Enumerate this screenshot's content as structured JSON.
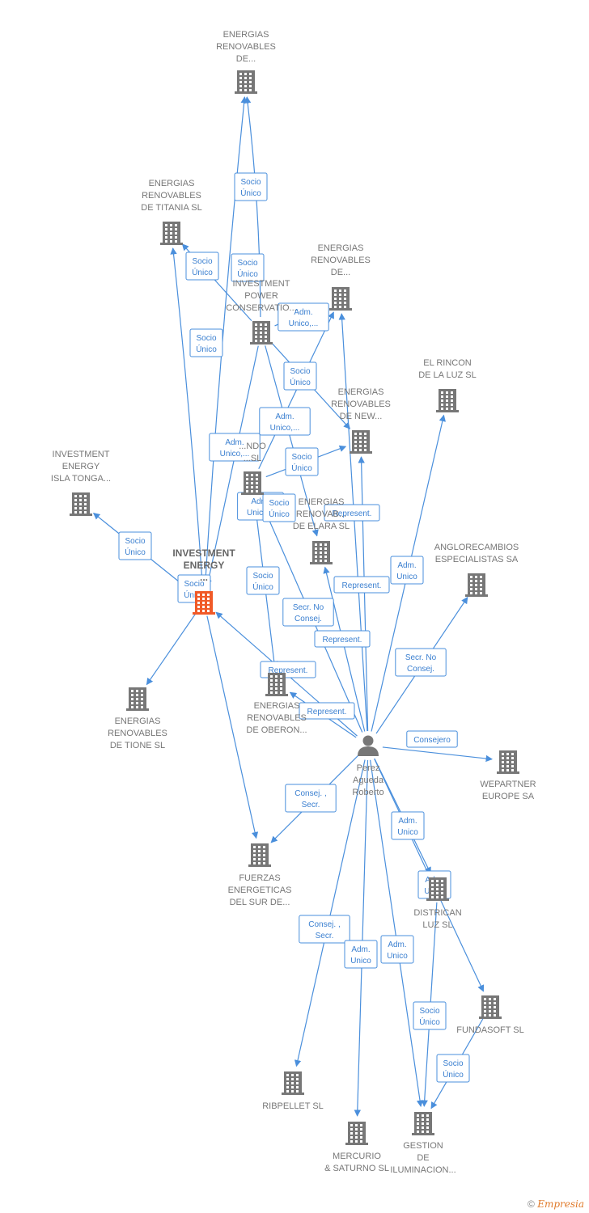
{
  "colors": {
    "edge": "#4a8fdc",
    "company_icon": "#777777",
    "focus_icon": "#f05a28",
    "person_icon": "#777777"
  },
  "nodes": [
    {
      "id": "ren_de_top",
      "label": [
        "ENERGIAS",
        "RENOVABLES",
        "DE..."
      ],
      "icon": "building-icon"
    },
    {
      "id": "titania",
      "label": [
        "ENERGIAS",
        "RENOVABLES",
        "DE TITANIA  SL"
      ],
      "icon": "building-icon"
    },
    {
      "id": "ren_de_mid",
      "label": [
        "ENERGIAS",
        "RENOVABLES",
        "DE..."
      ],
      "icon": "building-icon"
    },
    {
      "id": "invest_power",
      "label": [
        "INVESTMENT",
        "POWER",
        "CONSERVATIO..."
      ],
      "icon": "building-icon"
    },
    {
      "id": "el_rincon",
      "label": [
        "EL RINCON",
        "DE LA LUZ SL"
      ],
      "icon": "building-icon"
    },
    {
      "id": "new",
      "label": [
        "ENERGIAS",
        "RENOVABLES",
        "DE NEW..."
      ],
      "icon": "building-icon"
    },
    {
      "id": "isla_tonga",
      "label": [
        "INVESTMENT",
        "ENERGY",
        "ISLA TONGA..."
      ],
      "icon": "building-icon"
    },
    {
      "id": "fondo",
      "label": [
        "...NDO",
        "...SL"
      ],
      "icon": "building-icon"
    },
    {
      "id": "elara",
      "label": [
        "ENERGIAS",
        "RENOVAB...",
        "DE ELARA  SL"
      ],
      "icon": "building-icon"
    },
    {
      "id": "anglo",
      "label": [
        "ANGLORECAMBIOS",
        "ESPECIALISTAS SA"
      ],
      "icon": "building-icon"
    },
    {
      "id": "invest_energy",
      "label": [
        "INVESTMENT",
        "ENERGY",
        "..."
      ],
      "icon": "building-icon",
      "focus": true
    },
    {
      "id": "tione",
      "label": [
        "ENERGIAS",
        "RENOVABLES",
        "DE TIONE  SL"
      ],
      "icon": "building-icon"
    },
    {
      "id": "oberon",
      "label": [
        "ENERGIAS",
        "RENOVABLES",
        "DE OBERON..."
      ],
      "icon": "building-icon"
    },
    {
      "id": "person",
      "label": [
        "Perez",
        "Agueda",
        "Roberto"
      ],
      "icon": "person-icon"
    },
    {
      "id": "wepartner",
      "label": [
        "WEPARTNER",
        "EUROPE SA"
      ],
      "icon": "building-icon"
    },
    {
      "id": "fuerzas",
      "label": [
        "FUERZAS",
        "ENERGETICAS",
        "DEL SUR DE..."
      ],
      "icon": "building-icon"
    },
    {
      "id": "districan",
      "label": [
        "DISTRICAN",
        "LUZ SL"
      ],
      "icon": "building-icon"
    },
    {
      "id": "fundasoft",
      "label": [
        "FUNDASOFT SL"
      ],
      "icon": "building-icon"
    },
    {
      "id": "ribpellet",
      "label": [
        "RIBPELLET SL"
      ],
      "icon": "building-icon"
    },
    {
      "id": "mercurio",
      "label": [
        "MERCURIO",
        "& SATURNO  SL"
      ],
      "icon": "building-icon"
    },
    {
      "id": "gestion",
      "label": [
        "GESTION",
        "DE",
        "ILUMINACION..."
      ],
      "icon": "building-icon"
    }
  ],
  "edges": [
    {
      "from": "invest_power",
      "to": "ren_de_top",
      "label": [
        "Socio",
        "Único"
      ]
    },
    {
      "from": "invest_energy",
      "to": "ren_de_top",
      "label": [
        "Socio",
        "Único"
      ]
    },
    {
      "from": "invest_energy",
      "to": "titania",
      "label": [
        "Socio",
        "Único"
      ]
    },
    {
      "from": "invest_power",
      "to": "titania",
      "label": [
        "Socio",
        "Único"
      ]
    },
    {
      "from": "invest_power",
      "to": "ren_de_mid",
      "label": [
        "Adm.",
        "Unico,..."
      ]
    },
    {
      "from": "invest_power",
      "to": "new",
      "label": [
        "Socio",
        "Único"
      ]
    },
    {
      "from": "fondo",
      "to": "ren_de_mid",
      "label": [
        "Adm.",
        "Unico,..."
      ]
    },
    {
      "from": "invest_power",
      "to": "invest_energy",
      "label": [
        "Adm.",
        "Unico,..."
      ]
    },
    {
      "from": "fondo",
      "to": "new",
      "label": [
        "Socio",
        "Único"
      ]
    },
    {
      "from": "invest_energy",
      "to": "isla_tonga",
      "label": [
        "Socio",
        "Único"
      ]
    },
    {
      "from": "invest_energy",
      "to": "tione",
      "label": [
        "Socio",
        "Único"
      ]
    },
    {
      "from": "invest_power",
      "to": "elara",
      "label": [
        "Adm.",
        "Unico..."
      ]
    },
    {
      "from": "fondo",
      "to": "oberon",
      "label": [
        "Socio",
        "Único"
      ]
    },
    {
      "from": "invest_energy",
      "to": "fuerzas",
      "label": [
        "Socio",
        "Único"
      ]
    },
    {
      "from": "person",
      "to": "ren_de_mid",
      "label": [
        "Represent."
      ]
    },
    {
      "from": "person",
      "to": "elara",
      "label": [
        "Represent."
      ]
    },
    {
      "from": "person",
      "to": "new",
      "label": [
        "Represent."
      ]
    },
    {
      "from": "person",
      "to": "el_rincon",
      "label": [
        "Adm.",
        "Unico"
      ]
    },
    {
      "from": "person",
      "to": "fondo",
      "label": [
        "Secr.  No",
        "Consej."
      ]
    },
    {
      "from": "person",
      "to": "invest_energy",
      "label": [
        "Represent."
      ]
    },
    {
      "from": "person",
      "to": "anglo",
      "label": [
        "Secr.  No",
        "Consej."
      ]
    },
    {
      "from": "person",
      "to": "oberon",
      "label": [
        "Represent."
      ]
    },
    {
      "from": "person",
      "to": "wepartner",
      "label": [
        "Consejero"
      ]
    },
    {
      "from": "person",
      "to": "fuerzas",
      "label": [
        "Consej. ,",
        "Secr."
      ]
    },
    {
      "from": "person",
      "to": "districan",
      "label": [
        "Adm.",
        "Unico"
      ]
    },
    {
      "from": "person",
      "to": "fundasoft",
      "label": [
        "Adm.",
        "Unico"
      ]
    },
    {
      "from": "person",
      "to": "ribpellet",
      "label": [
        "Consej. ,",
        "Secr."
      ]
    },
    {
      "from": "person",
      "to": "mercurio",
      "label": [
        "Adm.",
        "Unico"
      ]
    },
    {
      "from": "person",
      "to": "gestion",
      "label": [
        "Adm.",
        "Unico"
      ]
    },
    {
      "from": "districan",
      "to": "gestion",
      "label": [
        "Socio",
        "Único"
      ]
    },
    {
      "from": "fundasoft",
      "to": "gestion",
      "label": [
        "Socio",
        "Único"
      ]
    }
  ],
  "footer": {
    "copyright": "©",
    "brand": "Empresia"
  }
}
